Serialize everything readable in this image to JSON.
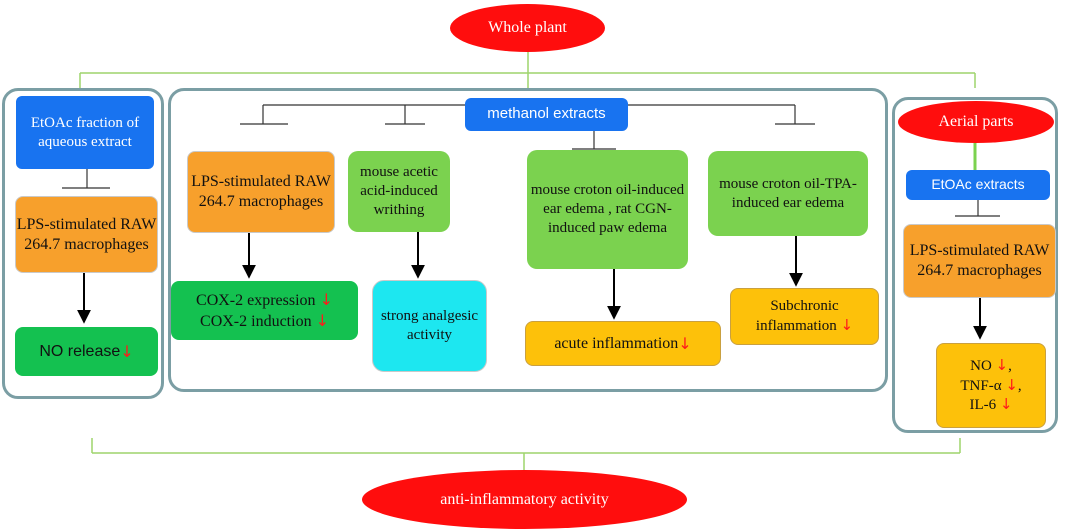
{
  "top": {
    "label": "Whole plant"
  },
  "bottom": {
    "label": "anti-inflammatory activity"
  },
  "left": {
    "extract": "EtOAc fraction of aqueous extract",
    "cell": "LPS-stimulated RAW 264.7 macrophages",
    "result": "NO release"
  },
  "middle": {
    "extract": "methanol extracts",
    "model1": "LPS-stimulated RAW 264.7 macrophages",
    "result1_line1": "COX-2 expression",
    "result1_line2": "COX-2 induction",
    "model2": "mouse acetic acid-induced writhing",
    "result2": "strong analgesic activity",
    "model3": "mouse croton oil-induced ear edema , rat CGN-induced paw edema",
    "result3": "acute inflammation",
    "model4": "mouse croton oil-TPA-induced ear edema",
    "result4": "Subchronic inflammation"
  },
  "right": {
    "part": "Aerial  parts",
    "extract": "EtOAc extracts",
    "cell": "LPS-stimulated RAW 264.7 macrophages",
    "result_no": "NO",
    "result_tnf": "TNF-α",
    "result_il6": "IL-6"
  },
  "symbols": {
    "down_arrow": "↓",
    "comma": ","
  },
  "colors": {
    "red_oval": "#ff0d0d",
    "blue": "#1873f0",
    "orange": "#f7a02c",
    "green": "#7bd24f",
    "dark_green": "#14c150",
    "yellow": "#fdc10a",
    "cyan": "#1de7f0",
    "panel_border": "#7b9ea4",
    "bracket": "#9ed46b",
    "arrow_red": "#ff1a1a"
  }
}
